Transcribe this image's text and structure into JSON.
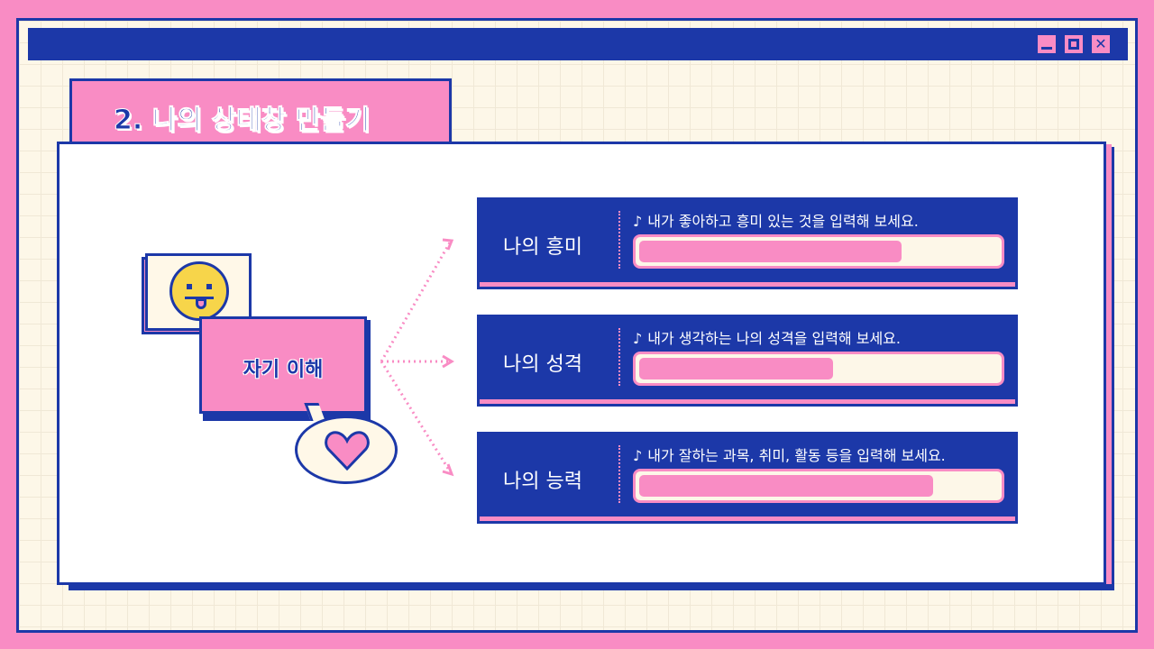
{
  "window": {
    "buttons": {
      "minimize_icon": "minimize-icon",
      "maximize_icon": "maximize-icon",
      "close_label": "✕"
    }
  },
  "title": "2. 나의 상태창 만들기",
  "center": {
    "label": "자기 이해"
  },
  "cards": [
    {
      "label": "나의 흥미",
      "hint": "내가 좋아하고 흥미 있는 것을 입력해 보세요.",
      "progress": 0.73
    },
    {
      "label": "나의 성격",
      "hint": "내가 생각하는 나의 성격을 입력해 보세요.",
      "progress": 0.54
    },
    {
      "label": "나의 능력",
      "hint": "내가 잘하는 과목, 취미, 활동 등을 입력해 보세요.",
      "progress": 0.82
    }
  ],
  "colors": {
    "pink": "#f98cc4",
    "navy": "#1c38a8",
    "cream": "#fdf7e8",
    "yellow": "#f7d54a"
  }
}
